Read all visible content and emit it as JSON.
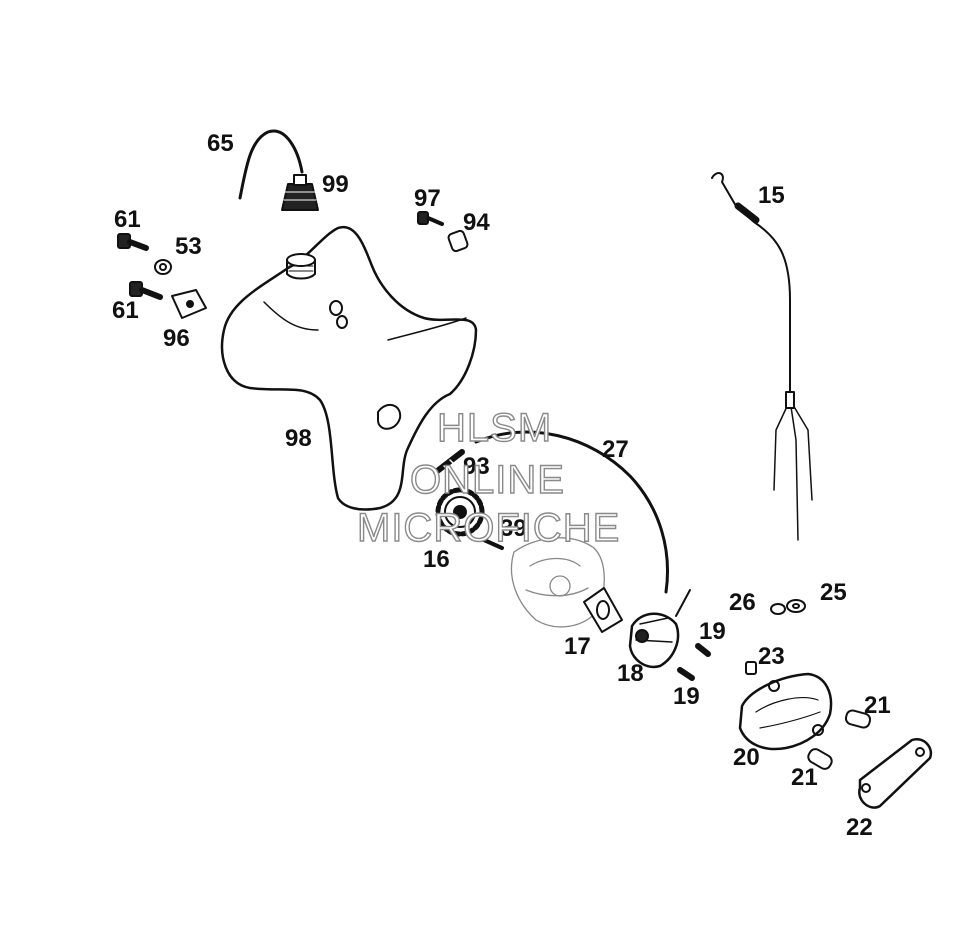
{
  "diagram": {
    "colors": {
      "ink": "#111111",
      "fill": "#ffffff",
      "watermark": "#8a8a8a"
    },
    "watermark": {
      "line1": "HLSM",
      "line2": "ONLINE",
      "line3": "MICROFICHE"
    },
    "callouts": {
      "p65": "65",
      "p99": "99",
      "p97": "97",
      "p94": "94",
      "p15": "15",
      "p61a": "61",
      "p53": "53",
      "p61b": "61",
      "p96": "96",
      "p98": "98",
      "p93": "93",
      "p27": "27",
      "p39": "39",
      "p16": "16",
      "p26": "26",
      "p25": "25",
      "p17": "17",
      "p19a": "19",
      "p23": "23",
      "p18": "18",
      "p19b": "19",
      "p21a": "21",
      "p20": "20",
      "p21b": "21",
      "p22": "22"
    }
  }
}
